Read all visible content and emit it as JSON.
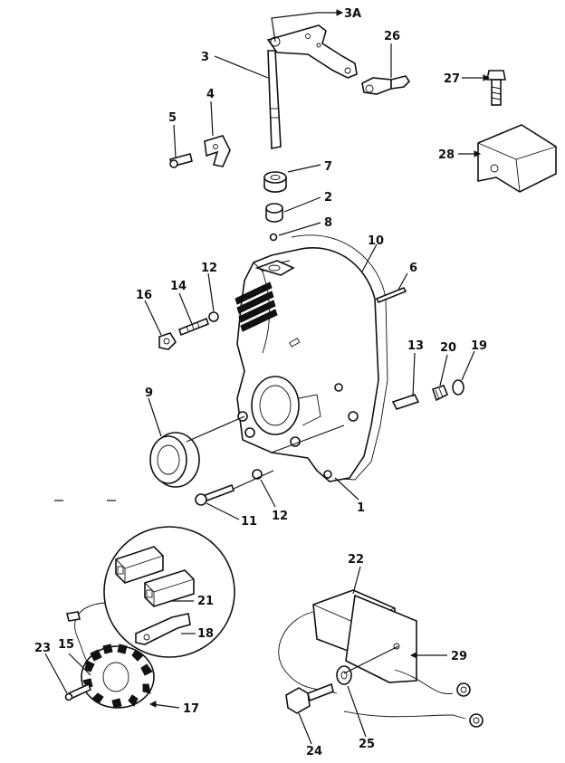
{
  "callouts": {
    "c3a": "3A",
    "c3": "3",
    "c26": "26",
    "c27": "27",
    "c28": "28",
    "c4": "4",
    "c5": "5",
    "c7": "7",
    "c2": "2",
    "c8": "8",
    "c10": "10",
    "c6": "6",
    "c12a": "12",
    "c14": "14",
    "c16": "16",
    "c13": "13",
    "c20": "20",
    "c19": "19",
    "c9": "9",
    "c1": "1",
    "c11": "11",
    "c12b": "12",
    "c22": "22",
    "c21": "21",
    "c18": "18",
    "c29": "29",
    "c23": "23",
    "c15": "15",
    "c17": "17",
    "c24": "24",
    "c25": "25"
  }
}
